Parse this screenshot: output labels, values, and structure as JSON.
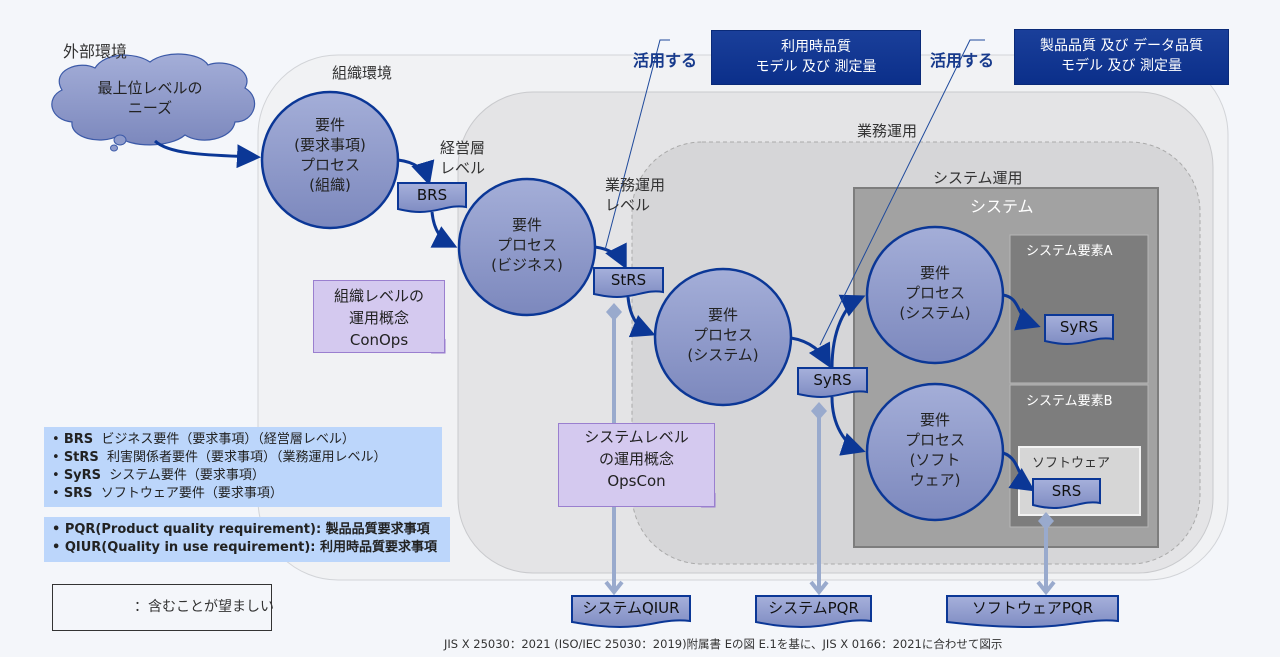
{
  "external": {
    "label": "外部環境",
    "cloud_line1": "最上位レベルの",
    "cloud_line2": "ニーズ"
  },
  "regions": {
    "organization": "組織環境",
    "business_operation": "業務運用",
    "system_operation": "システム運用",
    "system": "システム",
    "element_a": "システム要素A",
    "element_b": "システム要素B",
    "software": "ソフトウェア"
  },
  "levels": {
    "management_line1": "経営層",
    "management_line2": "レベル",
    "business_line1": "業務運用",
    "business_line2": "レベル"
  },
  "processes": [
    {
      "lines": [
        "要件",
        "(要求事項)",
        "プロセス",
        "(組織)"
      ]
    },
    {
      "lines": [
        "要件",
        "プロセス",
        "(ビジネス)"
      ]
    },
    {
      "lines": [
        "要件",
        "プロセス",
        "(システム)"
      ]
    },
    {
      "lines": [
        "要件",
        "プロセス",
        "(システム)"
      ]
    },
    {
      "lines": [
        "要件",
        "プロセス",
        "(ソフト",
        "ウェア)"
      ]
    }
  ],
  "documents": {
    "brs": "BRS",
    "strs": "StRS",
    "syrs": "SyRS",
    "syrs_a": "SyRS",
    "srs": "SRS",
    "system_qiur": "システムQIUR",
    "system_pqr": "システムPQR",
    "software_pqr": "ソフトウェアPQR"
  },
  "models": {
    "use_label_1": "活用する",
    "use_label_2": "活用する",
    "quality_in_use_line1": "利用時品質",
    "quality_in_use_line2": "モデル 及び 測定量",
    "product_quality_line1": "製品品質 及び データ品質",
    "product_quality_line2": "モデル 及び 測定量"
  },
  "notes": {
    "conops": [
      "組織レベルの",
      "運用概念",
      "ConOps"
    ],
    "opscon": [
      "システムレベル",
      "の運用概念",
      "OpsCon"
    ]
  },
  "legend": {
    "abbreviations": [
      {
        "abbr": "BRS",
        "desc": "ビジネス要件（要求事項）（経営層レベル）"
      },
      {
        "abbr": "StRS",
        "desc": "利害関係者要件（要求事項）（業務運用レベル）"
      },
      {
        "abbr": "SyRS",
        "desc": "システム要件（要求事項）"
      },
      {
        "abbr": "SRS",
        "desc": "ソフトウェア要件（要求事項）"
      }
    ],
    "quality": [
      {
        "text": "PQR(Product quality requirement): 製品品質要求事項"
      },
      {
        "text": "QIUR(Quality in use requirement): 利用時品質要求事項"
      }
    ],
    "key_label": "：含むことが望ましい"
  },
  "footer": "JIS X 25030：2021 (ISO/IEC 25030：2019)附属書 Eの図 E.1を基に、JIS X 0166：2021に合わせて図示",
  "colors": {
    "circle_fill": "#8f9bcb",
    "circle_stroke": "#0b3796",
    "model_box": "#0f3590",
    "use_label": "#173a8c",
    "connector": "#99aacd",
    "note_fill": "#d4c9ef",
    "legend_fill": "#bcd6fb"
  }
}
